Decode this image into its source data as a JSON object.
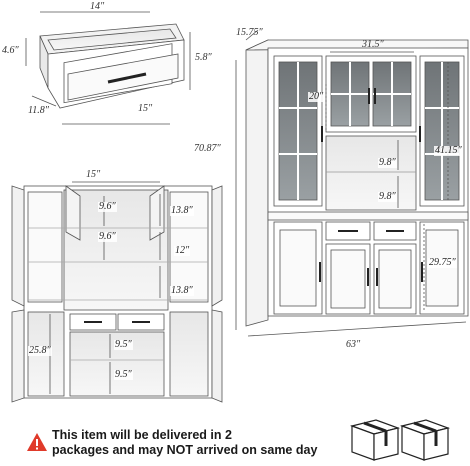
{
  "drawer": {
    "depth": "14″",
    "height_left": "4.6″",
    "height_right": "5.8″",
    "width_bottom_left": "11.8″",
    "width_bottom": "15″"
  },
  "cabinet": {
    "depth": "15.75″",
    "top_width": "31.5″",
    "top_glass_height": "20″",
    "side_glass_height": "41.15″",
    "total_height": "70.87″",
    "shelf_gap_upper": "9.8″",
    "shelf_gap_lower": "9.8″",
    "base_height": "29.75″",
    "total_width": "63″"
  },
  "open_view": {
    "door_width": "15″",
    "top_shelf_gap": "9.6″",
    "second_shelf_gap": "9.6″",
    "right_upper": "13.8″",
    "right_middle": "12″",
    "right_lower": "13.8″",
    "left_lower": "25.8″",
    "bottom_shelf_upper": "9.5″",
    "bottom_shelf_lower": "9.5″"
  },
  "notice": {
    "line1": "This item will be delivered in 2",
    "line2": "packages and may NOT arrived on same day"
  },
  "colors": {
    "outline": "#444444",
    "warning": "#e03a2a",
    "cabinet_fill": "#ffffff",
    "glass_fill": "#8a8f92"
  },
  "icons": [
    "warning-icon",
    "package-box-icon",
    "package-box-icon"
  ]
}
